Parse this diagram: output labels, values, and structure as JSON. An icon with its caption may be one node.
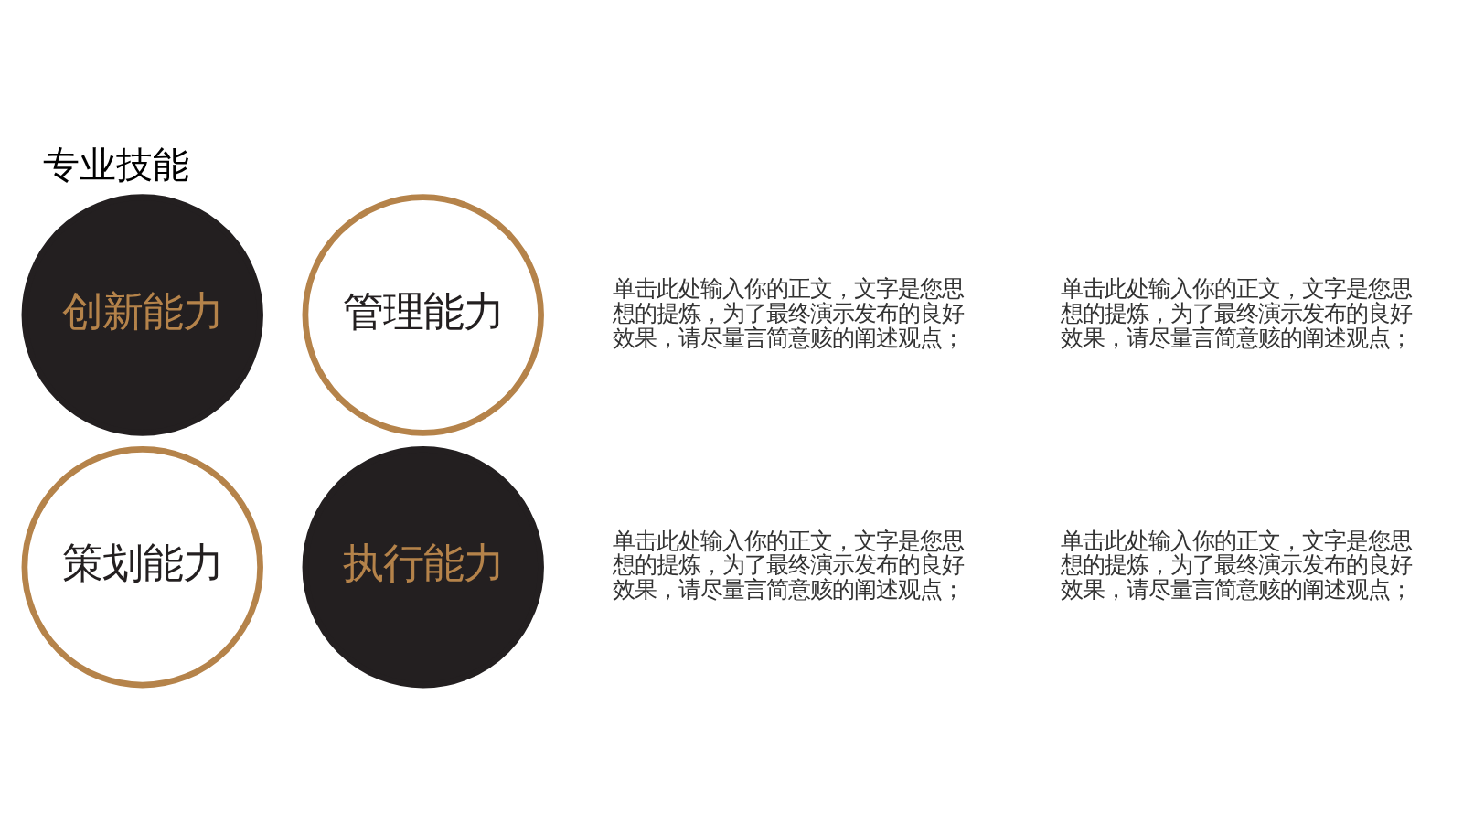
{
  "diagram": {
    "title": "专业技能",
    "nodes": [
      {
        "text": [
          "创新能力"
        ]
      },
      {
        "text": [
          "管理能力"
        ]
      },
      {
        "text": [
          "策划能力"
        ]
      },
      {
        "text": [
          "执行能力"
        ]
      }
    ],
    "labels": [
      "单击此处输入你的正文，文字是您思想的提炼，为了最终演示发布的良好效果，请尽量言简意赅的阐述观点；",
      "单击此处输入你的正文，文字是您思想的提炼，为了最终演示发布的良好效果，请尽量言简意赅的阐述观点；",
      "单击此处输入你的正文，文字是您思想的提炼，为了最终演示发布的良好效果，请尽量言简意赅的阐述观点；",
      "单击此处输入你的正文，文字是您思想的提炼，为了最终演示发布的良好效果，请尽量言简意赅的阐述观点；"
    ]
  }
}
